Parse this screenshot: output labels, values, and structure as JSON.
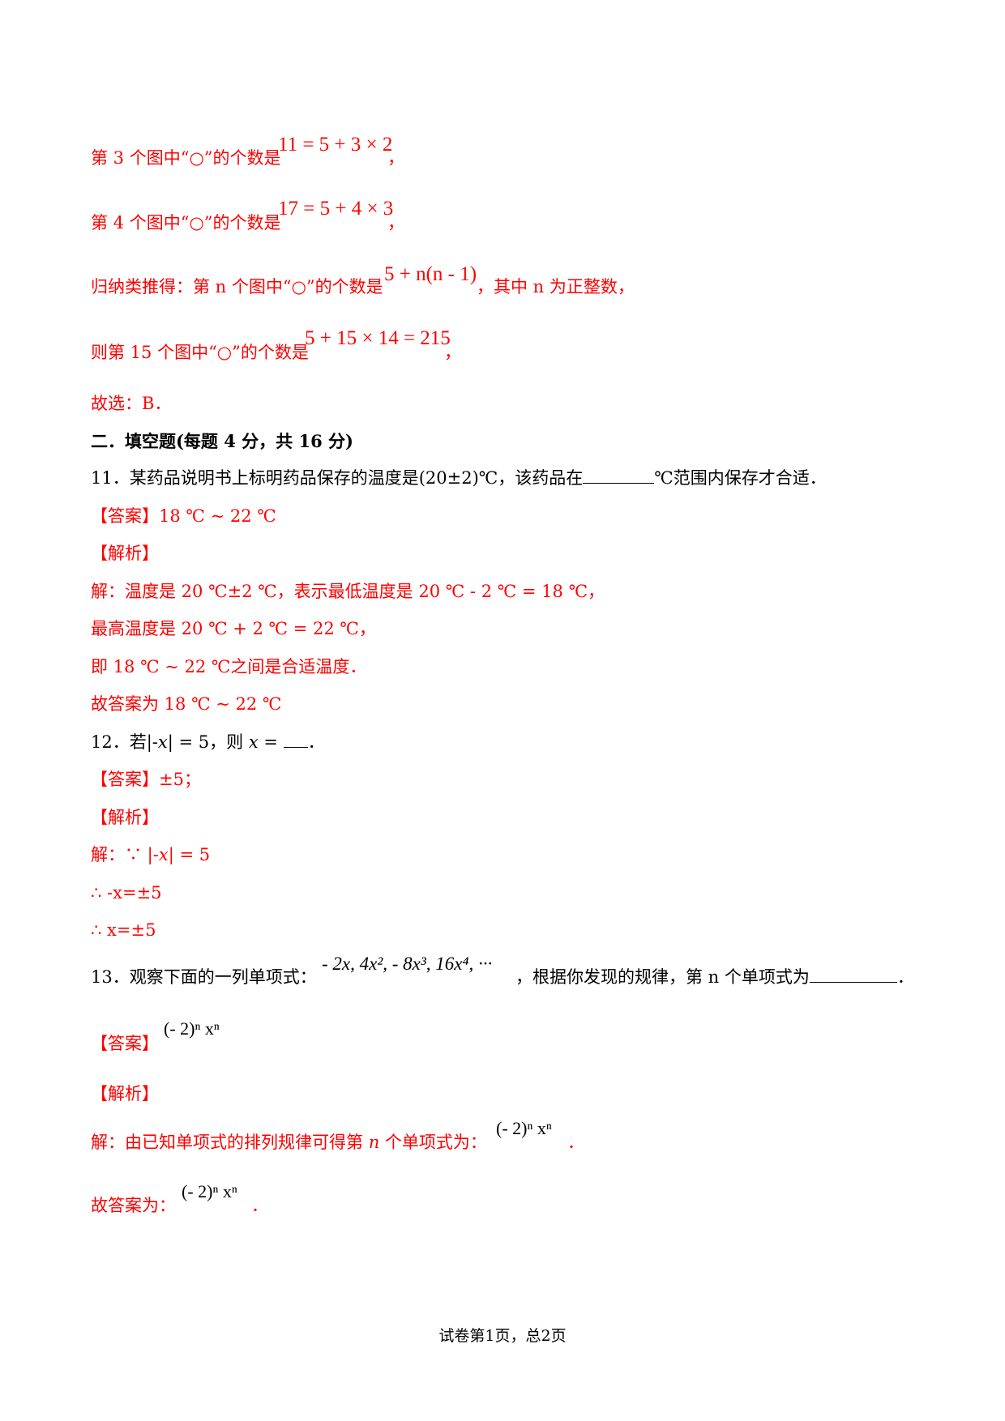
{
  "colors": {
    "answer": "#ff0000",
    "text": "#000000"
  },
  "derivation": {
    "fig3": {
      "prefix": "第 3 个图中“○”的个数是",
      "formula": "11 = 5 + 3 × 2",
      "suffix": "，"
    },
    "fig4": {
      "prefix": "第 4 个图中“○”的个数是",
      "formula": "17 = 5 + 4 × 3",
      "suffix": "，"
    },
    "general": {
      "prefix": "归纳类推得：第 n 个图中“○”的个数是",
      "formula": "5 + n(n - 1)",
      "suffix": "，其中 n 为正整数，"
    },
    "fig15": {
      "prefix": "则第 15 个图中“○”的个数是",
      "formula": "5 + 15 × 14 = 215",
      "suffix": "，"
    },
    "choice": "故选：B．"
  },
  "section2": {
    "heading": "二．填空题(每题 4 分，共 16 分)"
  },
  "q11": {
    "question_a": "11．某药品说明书上标明药品保存的温度是(20±2)℃，该药品在",
    "question_b": "℃范围内保存才合适．",
    "answer_label": "【答案】",
    "answer": "18 ℃ ~ 22 ℃",
    "analysis_label": "【解析】",
    "steps": [
      "解：温度是 20 ℃±2 ℃，表示最低温度是 20 ℃ - 2 ℃ = 18 ℃，",
      "最高温度是 20 ℃ + 2 ℃ = 22 ℃，",
      "即 18 ℃ ~ 22 ℃之间是合适温度．",
      "故答案为 18 ℃ ~ 22 ℃"
    ]
  },
  "q12": {
    "question_a": "12．若|-",
    "question_var1": "x",
    "question_b": "| = 5，则 ",
    "question_var2": "x",
    "question_c": " = ",
    "question_end": "．",
    "answer_label": "【答案】",
    "answer": "±5；",
    "analysis_label": "【解析】",
    "step1_a": "解：∵ |-",
    "step1_var": "x",
    "step1_b": "| = 5",
    "step2": "∴ -x=±5",
    "step3": "∴ x=±5"
  },
  "q13": {
    "question_a": "13．观察下面的一列单项式：",
    "sequence": "- 2x, 4x², - 8x³, 16x⁴, ···",
    "question_b": "，根据你发现的规律，第 n 个单项式为",
    "question_end": "．",
    "answer_label": "【答案】",
    "answer_formula": "(- 2)ⁿ xⁿ",
    "analysis_label": "【解析】",
    "step1_a": "解：由已知单项式的排列规律可得第 ",
    "step1_var": "n",
    "step1_b": " 个单项式为：",
    "step1_formula": "(- 2)ⁿ xⁿ",
    "step1_end": "．",
    "step2": "故答案为：",
    "step2_formula": "(- 2)ⁿ xⁿ",
    "step2_end": "．"
  },
  "footer": "试卷第1页，总2页"
}
